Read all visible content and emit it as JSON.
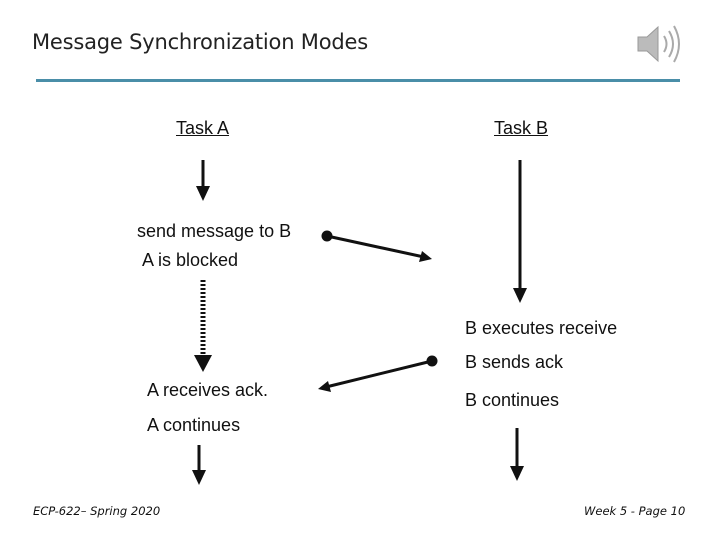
{
  "slide": {
    "title": "Message Synchronization Modes"
  },
  "task_a": {
    "header": "Task A",
    "send_line": "send message to B",
    "blocked_line": "A is blocked",
    "receives_line": "A receives ack.",
    "continues_line": "A continues"
  },
  "task_b": {
    "header": "Task B",
    "executes_line": "B executes receive",
    "sends_line": "B sends ack",
    "continues_line": "B continues"
  },
  "footer": {
    "left": "ECP-622– Spring 2020",
    "right": "Week 5 - Page 10"
  },
  "icons": {
    "audio": "speaker-icon"
  },
  "colors": {
    "accent_rule": "#4a8ea8",
    "ink": "#111111"
  }
}
